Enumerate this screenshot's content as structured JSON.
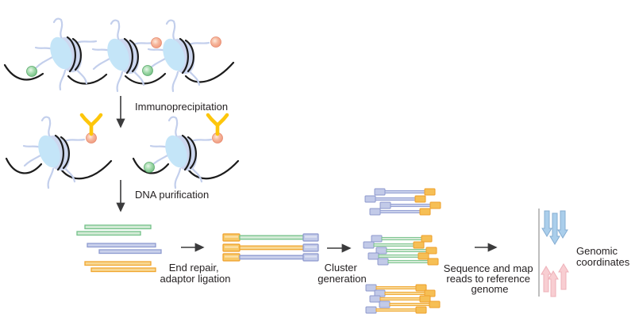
{
  "labels": {
    "immunoprecipitation": "Immunoprecipitation",
    "dna_purification": "DNA purification",
    "end_repair": [
      "End repair,",
      "adaptor ligation"
    ],
    "cluster_generation": [
      "Cluster",
      "generation"
    ],
    "sequence_map": [
      "Sequence and map",
      "reads to reference",
      "genome"
    ],
    "genomic_coordinates": [
      "Genomic",
      "coordinates"
    ]
  },
  "elements": {
    "chromatin_nucleosomes": 3,
    "immunoprecipitated_complexes": 2,
    "antibodies": 2,
    "green_marks": 3,
    "orange_marks": 4,
    "purified_dna_fragments": 6,
    "adaptor_ligated_fragments": 3,
    "clusters": 3,
    "cluster_colors_top_to_bottom": [
      "purple",
      "green",
      "orange"
    ],
    "mapped_reads_forward": 3,
    "mapped_reads_reverse": 3
  },
  "colors": {
    "histone-core": "#c4e5f8",
    "histone-body": "#cdd7ef",
    "tail": "#c3cfec",
    "dna": "#1c1c1c",
    "green-mark": "#5aa86b",
    "orange-mark": "#e78a6d",
    "antibody": "#fdc60b",
    "frag-green": "#74c189",
    "frag-green-fill": "#d3ead6",
    "frag-purple": "#8e9bd0",
    "frag-purple-fill": "#c9d0eb",
    "frag-orange": "#f0a62f",
    "frag-orange-fill": "#f8d793",
    "adaptor-orange": "#ee9f2a",
    "adaptor-orange-fill": "#f7c868",
    "adaptor-purple": "#8d98cd",
    "adaptor-purple-fill": "#c2cae8",
    "cluster-orange-fill": "#f6bf55",
    "arrow": "#3b3b3c",
    "ref-line": "#9b9b9b",
    "read-blue": "#aaceeb",
    "read-blue-border": "#85add2",
    "read-pink": "#f8ced2",
    "read-pink-border": "#eeb0b8",
    "text": "#231f20",
    "background": "#ffffff"
  }
}
